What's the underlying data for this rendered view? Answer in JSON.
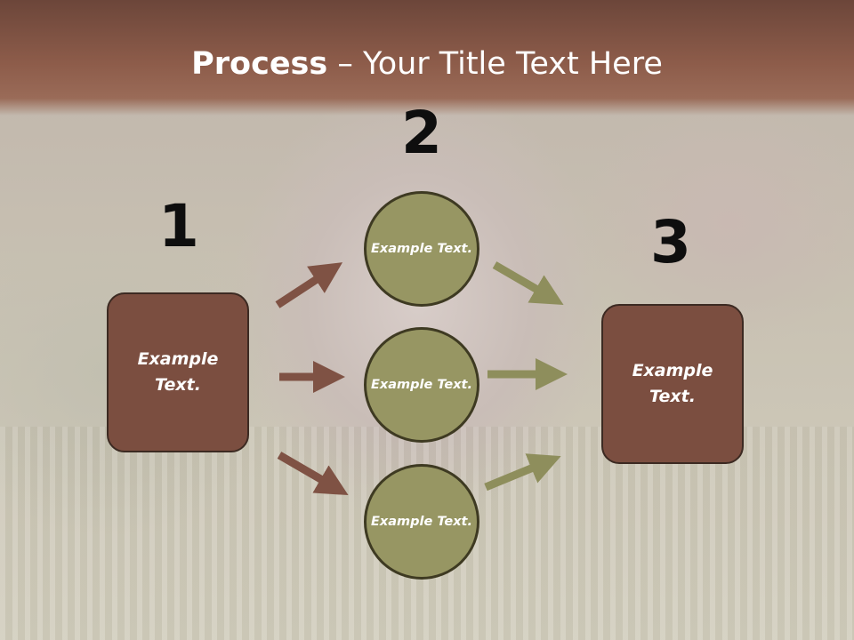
{
  "slide": {
    "title_bold": "Process",
    "title_rest": " – Your Title Text Here"
  },
  "steps": {
    "numbers": [
      "1",
      "2",
      "3"
    ]
  },
  "left_box": {
    "label": "Example Text."
  },
  "circles": [
    {
      "label": "Example Text."
    },
    {
      "label": "Example Text."
    },
    {
      "label": "Example Text."
    }
  ],
  "right_box": {
    "label": "Example Text."
  },
  "colors": {
    "header": "#8d5c4a",
    "box_fill": "#7b4e40",
    "circle_fill": "#979663",
    "arrow_brown": "#7f5244",
    "arrow_olive": "#8e8e5c"
  }
}
